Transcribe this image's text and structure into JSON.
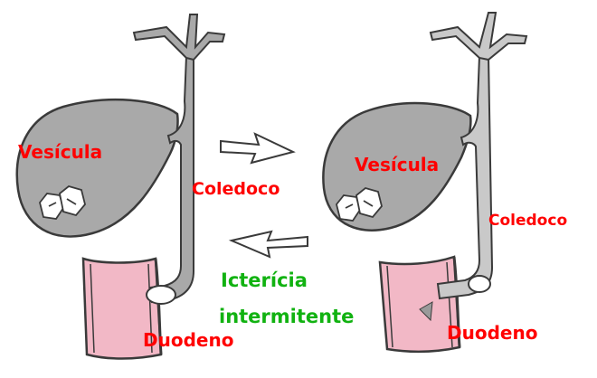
{
  "labels": {
    "left": {
      "gallbladder": "Vesícula",
      "bile_duct": "Coledoco",
      "duodenum": "Duodeno"
    },
    "right": {
      "gallbladder": "Vesícula",
      "bile_duct": "Coledoco",
      "duodenum": "Duodeno"
    },
    "center": {
      "line1": "Icterícia",
      "line2": "intermitente"
    }
  },
  "colors": {
    "organ_label": "#ff0000",
    "center_label": "#11b211",
    "duct_fill_left": "#a9a9a9",
    "duct_fill_right": "#c9c9c9",
    "duodenum_fill": "#f2b8c6",
    "outline": "#3a3a3a"
  }
}
